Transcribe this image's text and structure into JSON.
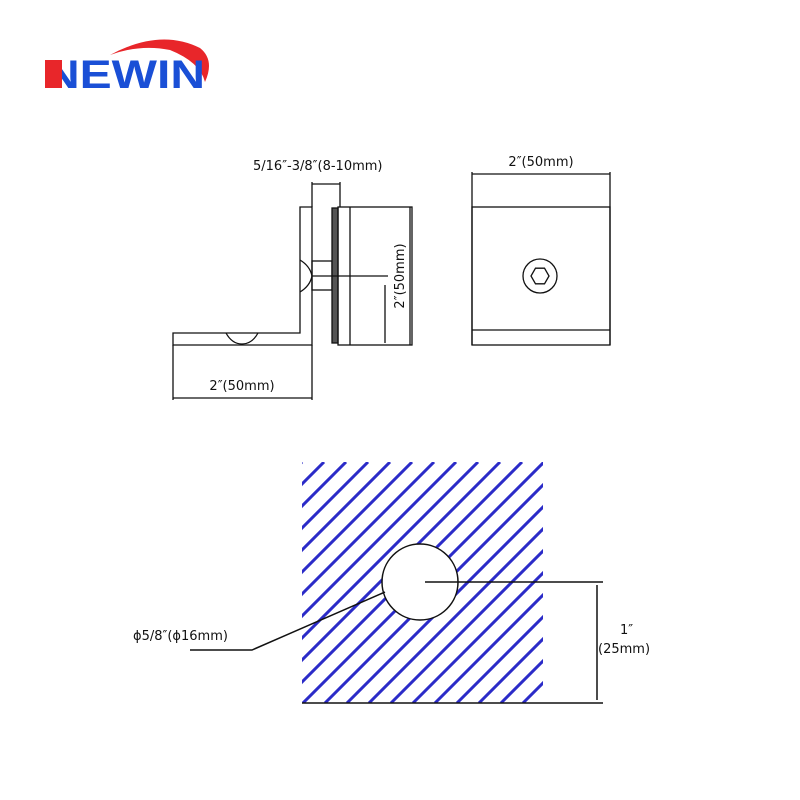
{
  "logo": {
    "text": "NEWIN",
    "red": "#e8262a",
    "blue": "#1a4fd6"
  },
  "side_view": {
    "glass_thickness_label": "5/16″-3/8″(8-10mm)",
    "height_label": "2″(50mm)",
    "base_length_label": "2″(50mm)"
  },
  "front_view": {
    "width_label": "2″(50mm)"
  },
  "hole_detail": {
    "hole_diameter_label": "ϕ5/8″(ϕ16mm)",
    "offset_label_line1": "1″",
    "offset_label_line2": "(25mm)",
    "hatch_color": "#2b2bc8"
  }
}
